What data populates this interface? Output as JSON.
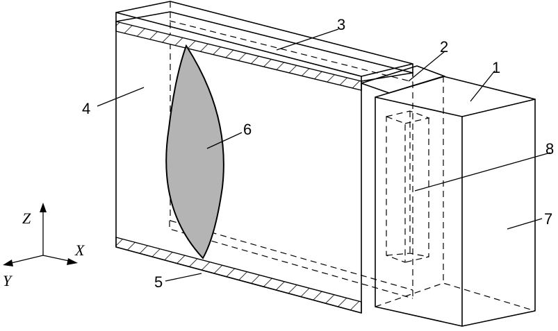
{
  "callouts": {
    "c1": "1",
    "c2": "2",
    "c3": "3",
    "c4": "4",
    "c5": "5",
    "c6": "6",
    "c7": "7",
    "c8": "8"
  },
  "axes": {
    "z": "Z",
    "x": "X",
    "y": "Y"
  },
  "colors": {
    "lens_fill": "#b4b4b4",
    "line": "#000000",
    "background": "#ffffff"
  }
}
